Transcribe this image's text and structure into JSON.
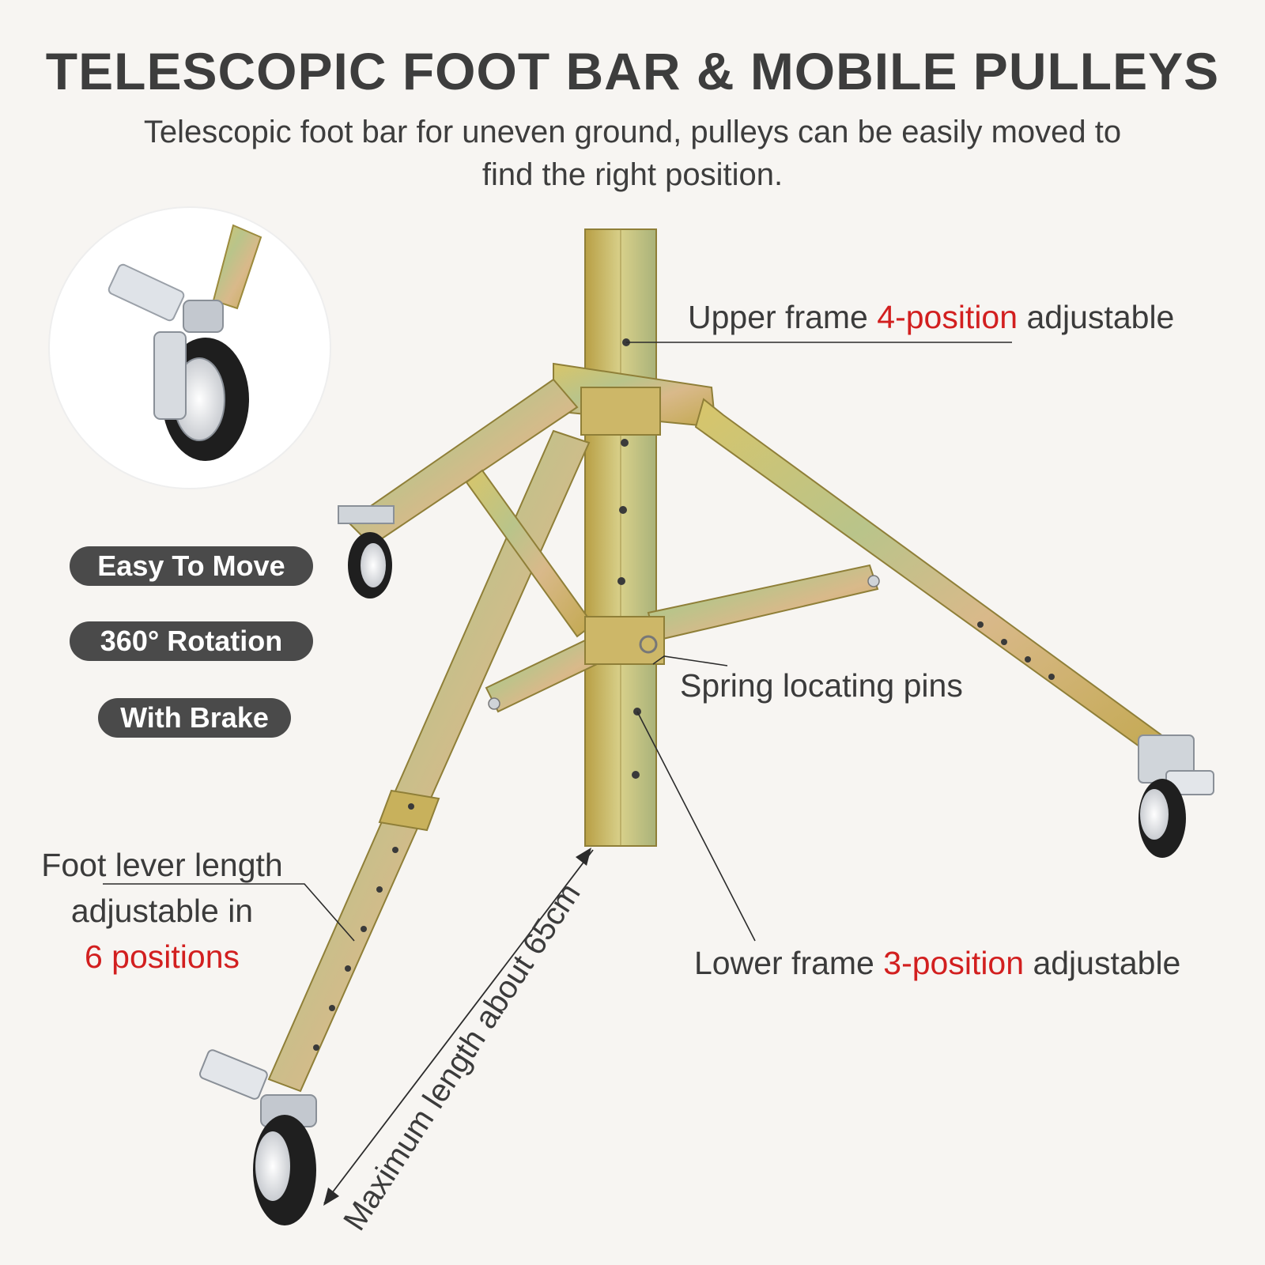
{
  "header": {
    "title": "TELESCOPIC FOOT BAR & MOBILE PULLEYS",
    "subtitle_line1": "Telescopic foot bar for uneven ground, pulleys can be easily moved to",
    "subtitle_line2": "find the right position."
  },
  "badges": [
    "Easy To Move",
    "360° Rotation",
    "With Brake"
  ],
  "callouts": {
    "upper": {
      "before": "Upper frame ",
      "highlight": "4-position",
      "after": " adjustable"
    },
    "spring": "Spring locating pins",
    "lower": {
      "before": "Lower frame ",
      "highlight": "3-position",
      "after": " adjustable"
    },
    "foot": {
      "line1": "Foot lever length",
      "line2": "adjustable in",
      "highlight": "6 positions"
    },
    "length": "Maximum length about 65cm"
  },
  "colors": {
    "background": "#f7f5f2",
    "metal": "#c9b35a",
    "highlight": "#d21f1f",
    "badge": "#4a4a4a"
  }
}
